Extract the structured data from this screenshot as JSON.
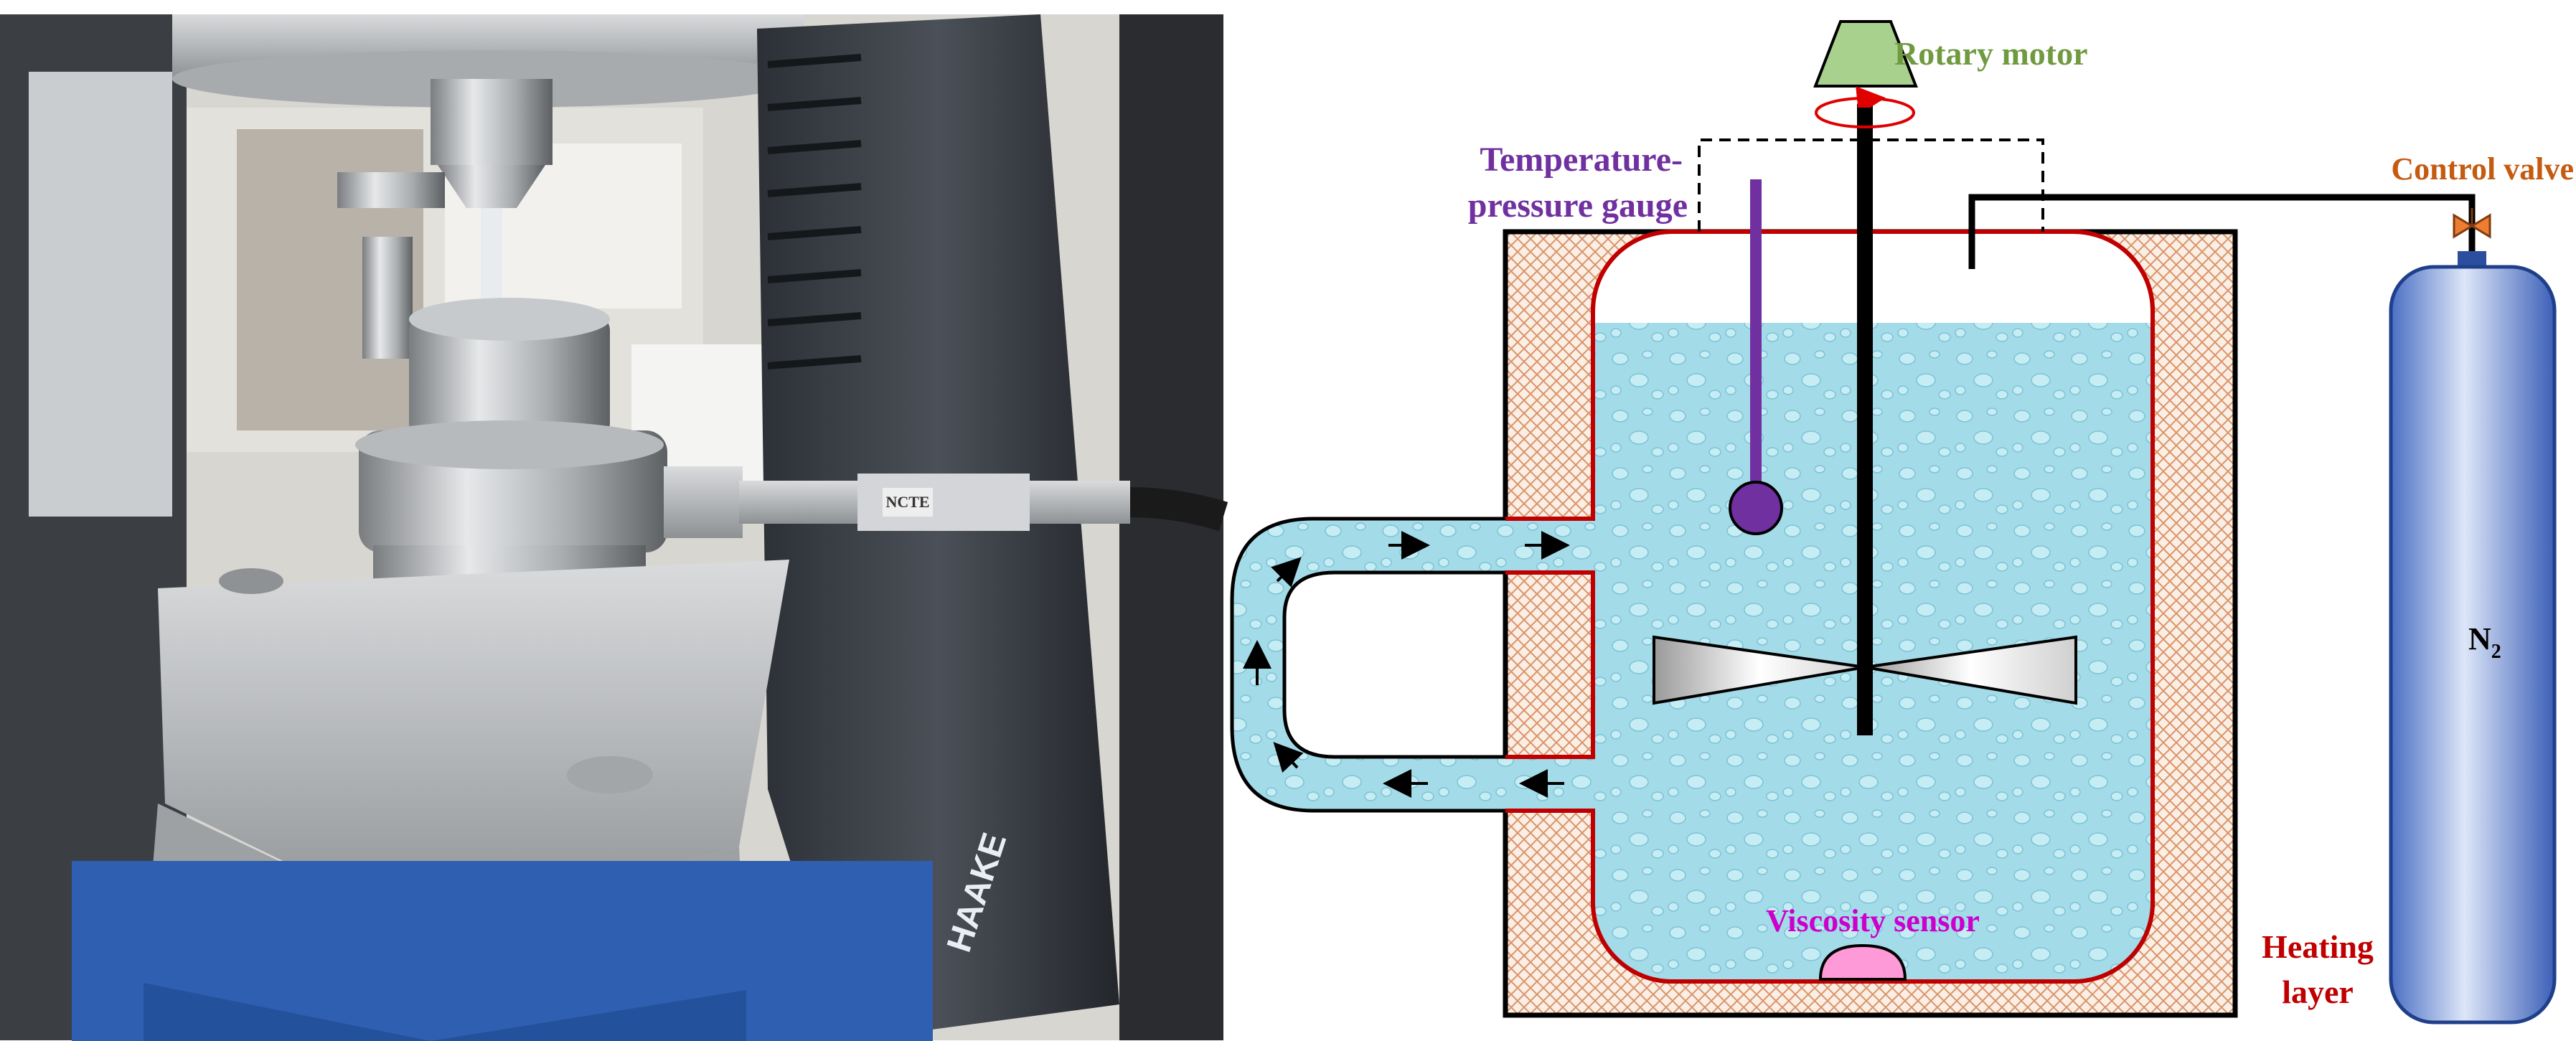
{
  "labels": {
    "rotary_motor": "Rotary motor",
    "temp_gauge_line1": "Temperature-",
    "temp_gauge_line2": "pressure gauge",
    "control_valve": "Control valve",
    "viscosity_sensor": "Viscosity sensor",
    "heating_line1": "Heating",
    "heating_line2": "layer",
    "gas_base": "N",
    "gas_sub": "2",
    "photo_brand": "HAAKE",
    "photo_sensor_brand": "NCTE"
  },
  "colors": {
    "rotary_motor": "#6f9a3f",
    "motor_body": "#a9d18e",
    "temp_gauge": "#7030a0",
    "control_valve": "#c55a11",
    "viscosity_sensor": "#cc00cc",
    "heating_layer": "#c00000",
    "liquid": "#a4dbe8",
    "cylinder": "#5a7fd0"
  }
}
